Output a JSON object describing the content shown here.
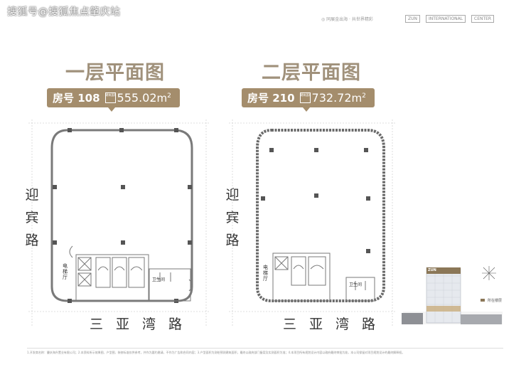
{
  "watermark": "搜狐号@搜狐焦点肇庆站",
  "header": {
    "slogan": "◎ 同展金出海 · 共世界精彩",
    "tags": [
      "ZUN",
      "INTERNATIONAL",
      "CENTER"
    ]
  },
  "left_plan": {
    "title": "一层平面图",
    "room_label": "房号 108",
    "area_icon_text": "建筑面积",
    "area_value": "555.02",
    "area_unit": "m",
    "area_sup": "2",
    "side_road": [
      "迎",
      "宾",
      "路"
    ],
    "bottom_road": "三亚湾路",
    "elevator_label": "电梯厅",
    "toilet_label": "卫生间"
  },
  "right_plan": {
    "title": "二层平面图",
    "room_label": "房号 210",
    "area_icon_text": "建筑面积",
    "area_value": "732.72",
    "area_unit": "m",
    "area_sup": "2",
    "side_road": [
      "迎",
      "宾",
      "路"
    ],
    "bottom_road": "三亚湾路",
    "elevator_label": "电梯厅",
    "toilet_label": "卫生间"
  },
  "location_map": {
    "building_sign": "ZUN",
    "legend": "所在楼层"
  },
  "footnote": "1.开发商名称：肇庆海升置业有限公司；2.本资料所示效果图、户型图、装修标准仅供参考，并作为要约邀请，不作为广告和合同内容；3.户型面积为测绘预测建筑面积，最终以政府部门备案及实测面积为准；4.本项目所有规划设计内容以政府最终审批为准，本公司保留对项目规划设计的最终解释权。"
}
